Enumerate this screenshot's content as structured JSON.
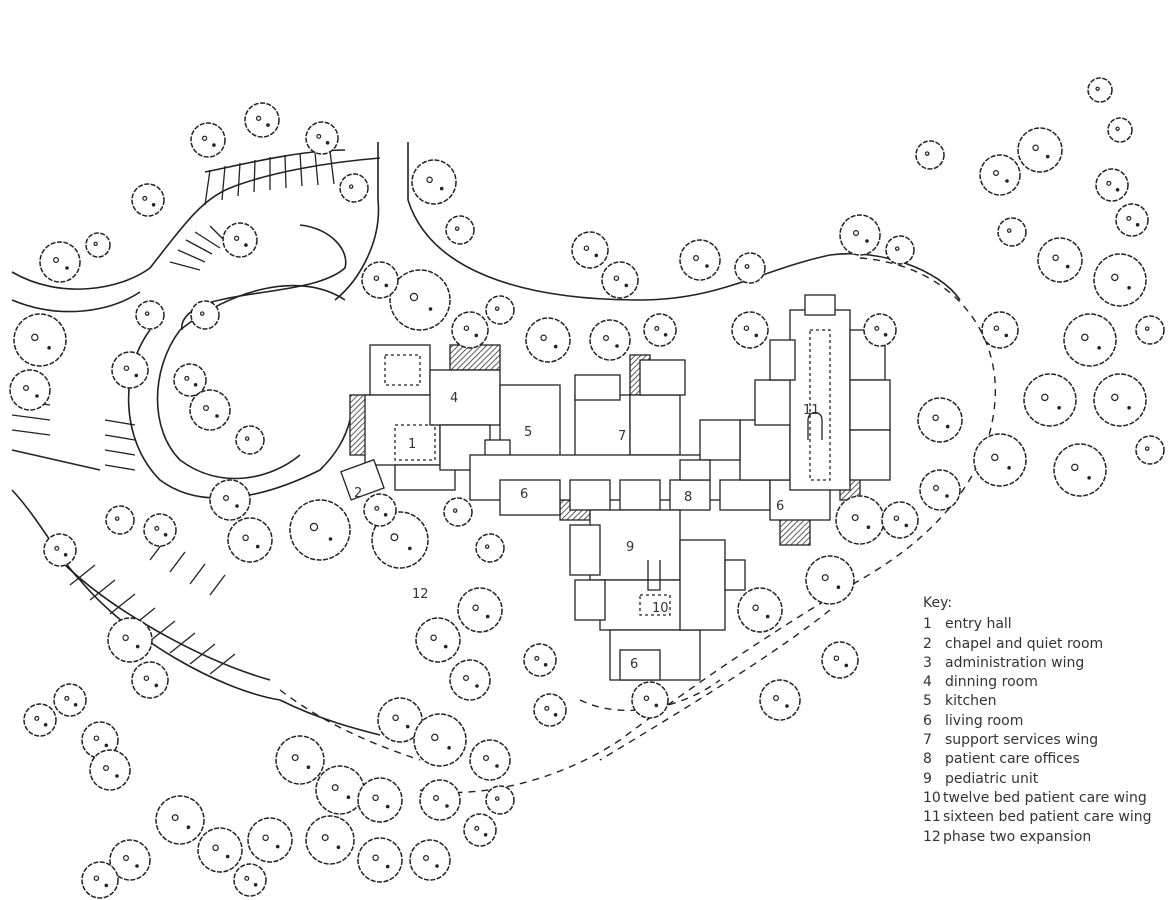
{
  "map_labels": {
    "l1": "1",
    "l2": "2",
    "l4": "4",
    "l5": "5",
    "l6a": "6",
    "l6b": "6",
    "l6c": "6",
    "l7": "7",
    "l8": "8",
    "l9": "9",
    "l10": "10",
    "l11": "11",
    "l12": "12"
  },
  "key": {
    "title": "Key:",
    "items": [
      {
        "num": "1",
        "label": "entry hall"
      },
      {
        "num": "2",
        "label": "chapel and quiet room"
      },
      {
        "num": "3",
        "label": "administration wing"
      },
      {
        "num": "4",
        "label": "dinning room"
      },
      {
        "num": "5",
        "label": "kitchen"
      },
      {
        "num": "6",
        "label": "living room"
      },
      {
        "num": "7",
        "label": "support services wing"
      },
      {
        "num": "8",
        "label": "patient care offices"
      },
      {
        "num": "9",
        "label": "pediatric unit"
      },
      {
        "num": "10",
        "label": "twelve bed patient care wing"
      },
      {
        "num": "11",
        "label": "sixteen bed patient care wing"
      },
      {
        "num": "12",
        "label": "phase two expansion"
      }
    ]
  }
}
